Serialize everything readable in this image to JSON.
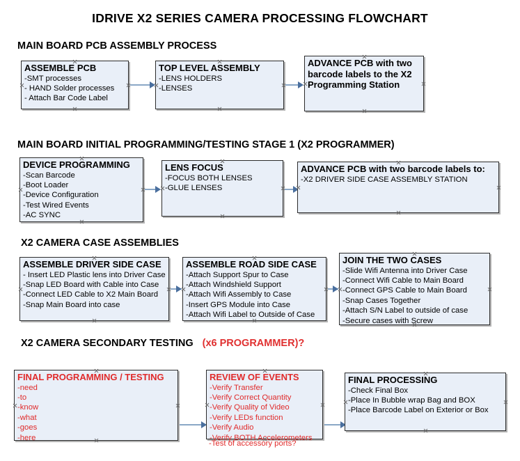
{
  "document": {
    "title": "IDRIVE X2  SERIES CAMERA PROCESSING FLOWCHART"
  },
  "sections": [
    {
      "id": "main-board-pcb-assembly",
      "header": "MAIN BOARD PCB ASSEMBLY PROCESS",
      "header_accent": ""
    },
    {
      "id": "main-board-initial-programming",
      "header": "MAIN BOARD INITIAL PROGRAMMING/TESTING STAGE 1 (X2 PROGRAMMER)",
      "header_accent": ""
    },
    {
      "id": "x2-camera-case-assemblies",
      "header": "X2 CAMERA CASE ASSEMBLIES",
      "header_accent": ""
    },
    {
      "id": "x2-camera-secondary-testing",
      "header": "X2 CAMERA SECONDARY TESTING",
      "header_accent": "(x6 PROGRAMMER)?"
    }
  ],
  "nodes": {
    "assemble_pcb": {
      "title": "ASSEMBLE PCB",
      "lines": [
        "-SMT processes",
        "- HAND Solder processes",
        "- Attach Bar Code Label"
      ]
    },
    "top_level_assembly": {
      "title": "TOP LEVEL ASSEMBLY",
      "lines": [
        "-LENS HOLDERS",
        "-LENSES"
      ]
    },
    "advance_pcb_programming_station": {
      "title": "ADVANCE PCB with two barcode labels to the  X2 Programming Station",
      "lines": []
    },
    "device_programming": {
      "title": "DEVICE PROGRAMMING",
      "lines": [
        "-Scan Barcode",
        "-Boot Loader",
        "-Device Configuration",
        "-Test Wired Events",
        "-AC SYNC"
      ]
    },
    "lens_focus": {
      "title": "LENS FOCUS",
      "lines": [
        "-FOCUS BOTH LENSES",
        "-GLUE LENSES"
      ]
    },
    "advance_pcb_driver_side": {
      "title": "ADVANCE PCB with two barcode labels to:",
      "lines": [
        "-X2 DRIVER  SIDE  CASE  ASSEMBLY STATION"
      ]
    },
    "assemble_driver_side_case": {
      "title": "ASSEMBLE DRIVER SIDE CASE",
      "lines": [
        "- Insert LED Plastic lens into Driver Case",
        "-Snap LED Board with Cable into Case",
        "-Connect LED Cable to X2 Main Board",
        "-Snap Main Board into case"
      ]
    },
    "assemble_road_side_case": {
      "title": "ASSEMBLE ROAD SIDE CASE",
      "lines": [
        "-Attach Support Spur to Case",
        "-Attach Windshield Support",
        "-Attach Wifi Assembly to Case",
        "-Insert GPS Module into Case",
        "-Attach Wifi Label to Outside of Case"
      ]
    },
    "join_the_two_cases": {
      "title": "JOIN THE TWO CASES",
      "lines": [
        "-Slide Wifi Antenna into Driver Case",
        "-Connect Wifi Cable to Main Board",
        "-Connect GPS Cable to Main Board",
        "-Snap Cases Together",
        "-Attach S/N Label to outside of case",
        "-Secure cases with Screw"
      ]
    },
    "final_programming_testing": {
      "title": "FINAL PROGRAMMING / TESTING",
      "lines": [
        "-need",
        "-to",
        "-know",
        "-what",
        "-goes",
        "-here"
      ]
    },
    "review_of_events": {
      "title": "REVIEW OF EVENTS",
      "lines": [
        "-Verify Transfer",
        "-Verify Correct Quantity",
        "-Verify Quality of Video",
        "-Verify LEDs function",
        "-Verify Audio",
        "-Verify BOTH Accelerometers"
      ],
      "overflow_line": "-Test of accessory ports?"
    },
    "final_processing": {
      "title": "FINAL PROCESSING",
      "lines": [
        " -Check Final Box",
        "-Place In Bubble wrap Bag and BOX",
        "-Place Barcode Label on Exterior or Box"
      ]
    }
  },
  "colors": {
    "node_fill": "#e9eff8",
    "node_border": "#2b2b2b",
    "connector": "#8aa7c6",
    "arrowhead": "#4a6f9e",
    "text": "#000000",
    "accent_red": "#e02b2b"
  }
}
